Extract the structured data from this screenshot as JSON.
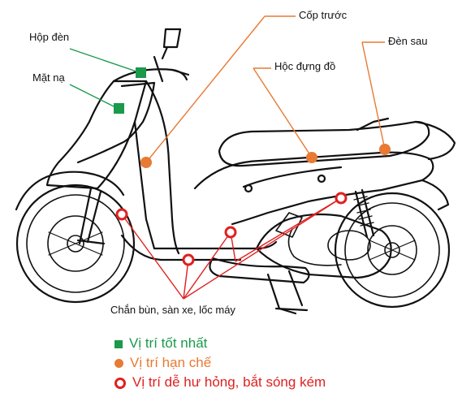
{
  "labels": {
    "hop_den": "Hộp đèn",
    "mat_na": "Mặt nạ",
    "cop_truoc": "Cốp trước",
    "hoc_dung_do": "Hộc đựng đồ",
    "den_sau": "Đèn sau",
    "chan_bun": "Chắn bùn, sàn xe, lốc máy"
  },
  "legend": [
    {
      "marker": "square",
      "color": "#1a9a4a",
      "text": "Vị trí tốt nhất"
    },
    {
      "marker": "dot",
      "color": "#e87a33",
      "text": "Vị trí hạn chế"
    },
    {
      "marker": "ring",
      "color": "#e02020",
      "text": "Vị trí dễ hư hỏng, bắt sóng kém"
    }
  ],
  "colors": {
    "best": "#1a9a4a",
    "limited": "#e87a33",
    "weak": "#e02020",
    "line": "#111111"
  }
}
